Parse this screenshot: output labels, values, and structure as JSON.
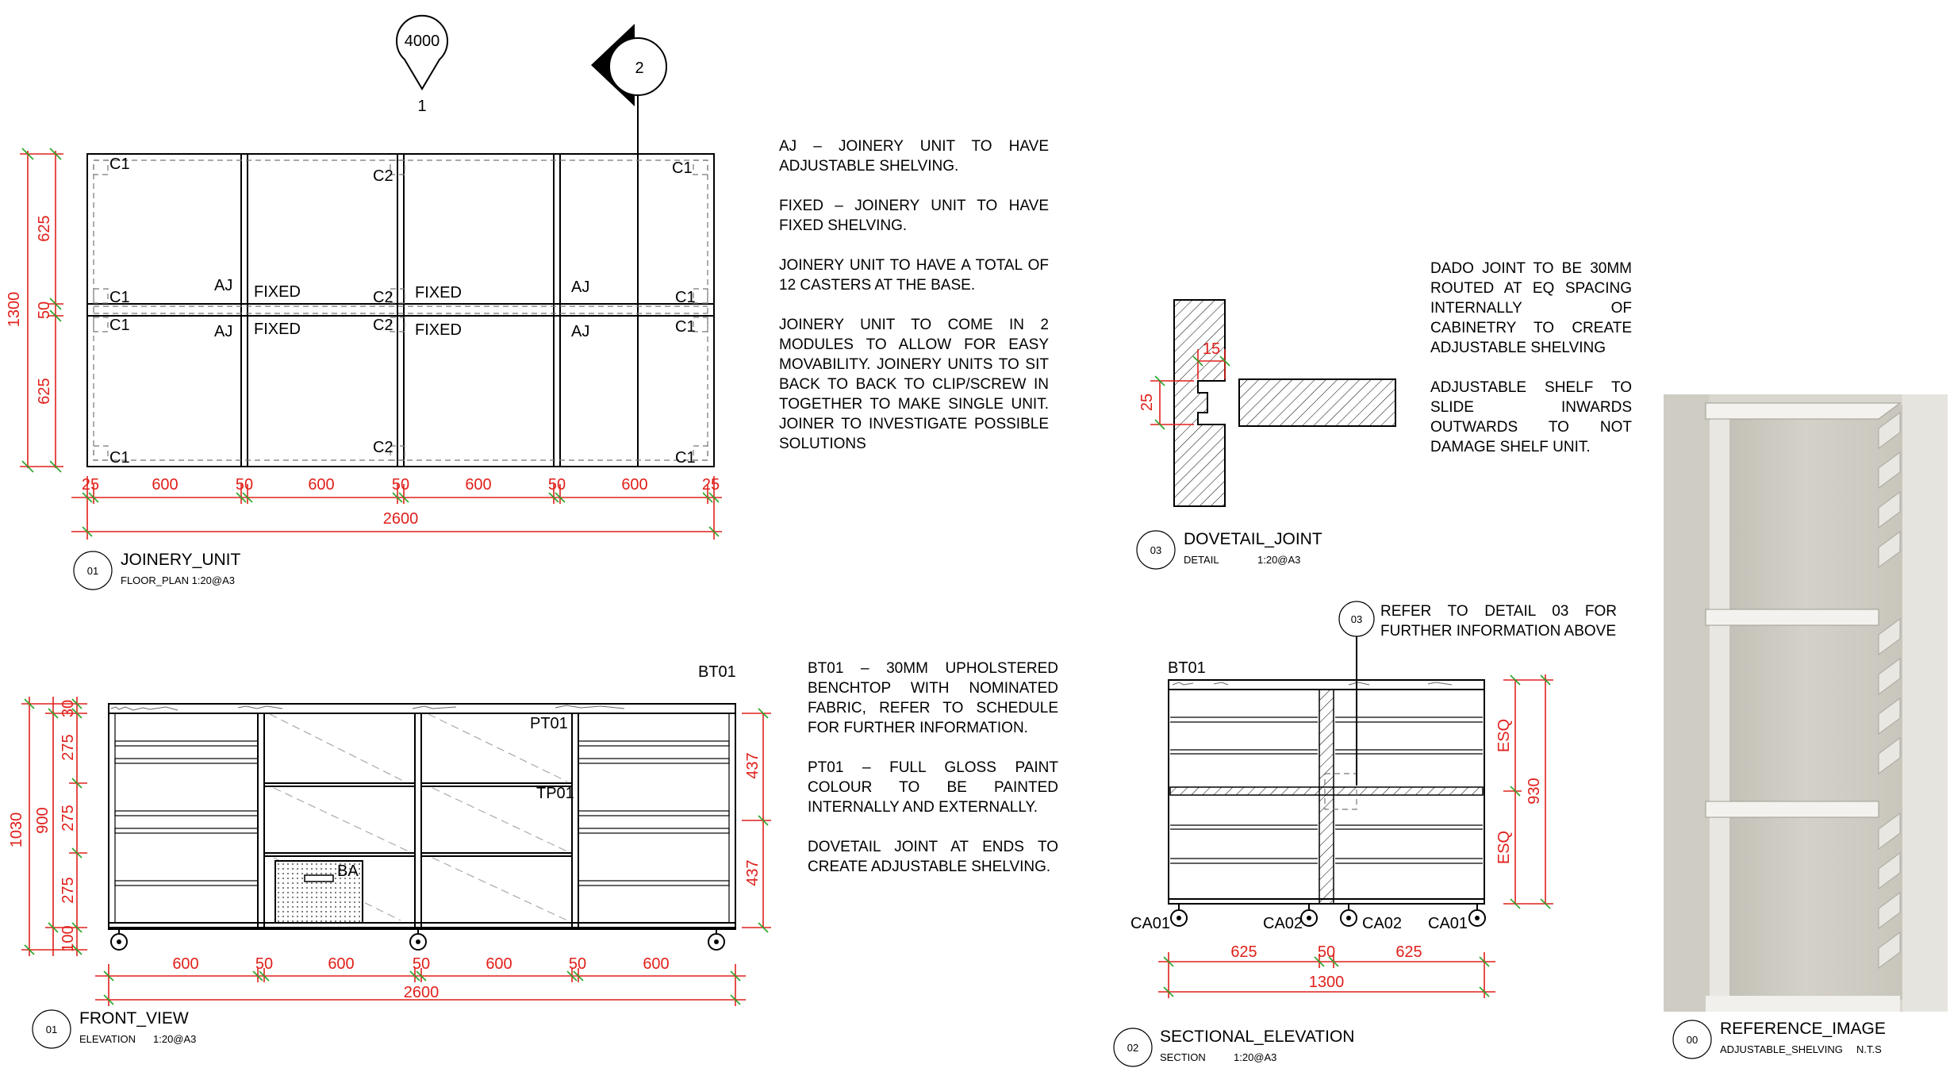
{
  "markers": {
    "elevation_ref": "4000",
    "elevation_ref_num": "1",
    "section_ref": "2"
  },
  "views": {
    "v01": {
      "num": "01",
      "title": "JOINERY_UNIT",
      "subtitle": "FLOOR_PLAN 1:20@A3"
    },
    "v03": {
      "num": "03",
      "title": "DOVETAIL_JOINT",
      "subtitle": "DETAIL",
      "scale": "1:20@A3"
    },
    "v01b": {
      "num": "01",
      "title": "FRONT_VIEW",
      "subtitle": "ELEVATION",
      "scale": "1:20@A3"
    },
    "v02": {
      "num": "02",
      "title": "SECTIONAL_ELEVATION",
      "subtitle": "SECTION",
      "scale": "1:20@A3"
    },
    "v00": {
      "num": "00",
      "title": "REFERENCE_IMAGE",
      "subtitle": "ADJUSTABLE_SHELVING",
      "scale": "N.T.S"
    }
  },
  "plan": {
    "casters": [
      "C1",
      "C2",
      "C1",
      "C1",
      "C2",
      "C1",
      "C1",
      "C2",
      "C1",
      "C1",
      "C2",
      "C1"
    ],
    "modules": [
      "AJ",
      "FIXED",
      "FIXED",
      "AJ",
      "AJ",
      "FIXED",
      "FIXED",
      "AJ"
    ],
    "dims_x": [
      "25",
      "600",
      "50",
      "600",
      "50",
      "600",
      "50",
      "600",
      "25"
    ],
    "dims_y": [
      "625",
      "50",
      "625"
    ],
    "total_x": "2600",
    "total_y": "1300"
  },
  "front": {
    "benchtop": "BT01",
    "paint": "PT01",
    "tp": "TP01",
    "ba": "BA",
    "dims_x": [
      "600",
      "50",
      "600",
      "50",
      "600",
      "50",
      "600"
    ],
    "total_x": "2600",
    "dims_y": [
      "30",
      "275",
      "275",
      "275",
      "100"
    ],
    "dim_900": "900",
    "total_y": "1030",
    "right_dims": [
      "437",
      "437"
    ]
  },
  "detail": {
    "dim_15": "15",
    "dim_25": "25"
  },
  "section": {
    "benchtop": "BT01",
    "callout_num": "03",
    "callout_text": "REFER TO DETAIL 03 FOR FURTHER INFORMATION ABOVE",
    "casters": [
      "CA01",
      "CA02",
      "CA02",
      "CA01"
    ],
    "dims_x": [
      "625",
      "50",
      "625"
    ],
    "total_x": "1300",
    "esq": [
      "ESQ",
      "ESQ"
    ],
    "total_y": "930"
  },
  "notes": {
    "block1": [
      "AJ – JOINERY UNIT TO HAVE ADJUSTABLE SHELVING.",
      "FIXED – JOINERY UNIT TO HAVE FIXED SHELVING.",
      "JOINERY UNIT TO HAVE A TOTAL OF 12 CASTERS AT THE BASE.",
      "JOINERY UNIT TO COME IN 2 MODULES TO ALLOW FOR EASY MOVABILITY. JOINERY UNITS TO SIT BACK TO BACK TO CLIP/SCREW IN TOGETHER TO MAKE SINGLE UNIT. JOINER TO INVESTIGATE POSSIBLE SOLUTIONS"
    ],
    "block2": [
      "DADO JOINT TO BE 30MM ROUTED AT EQ SPACING INTERNALLY OF CABINETRY TO CREATE ADJUSTABLE SHELVING",
      "ADJUSTABLE SHELF TO SLIDE INWARDS OUTWARDS TO NOT DAMAGE SHELF UNIT."
    ],
    "block3": [
      "BT01 – 30MM UPHOLSTERED BENCHTOP WITH NOMINATED FABRIC, REFER TO SCHEDULE FOR FURTHER INFORMATION.",
      "PT01 – FULL GLOSS PAINT COLOUR TO BE PAINTED INTERNALLY AND EXTERNALLY.",
      "DOVETAIL JOINT AT ENDS TO CREATE ADJUSTABLE SHELVING."
    ]
  }
}
